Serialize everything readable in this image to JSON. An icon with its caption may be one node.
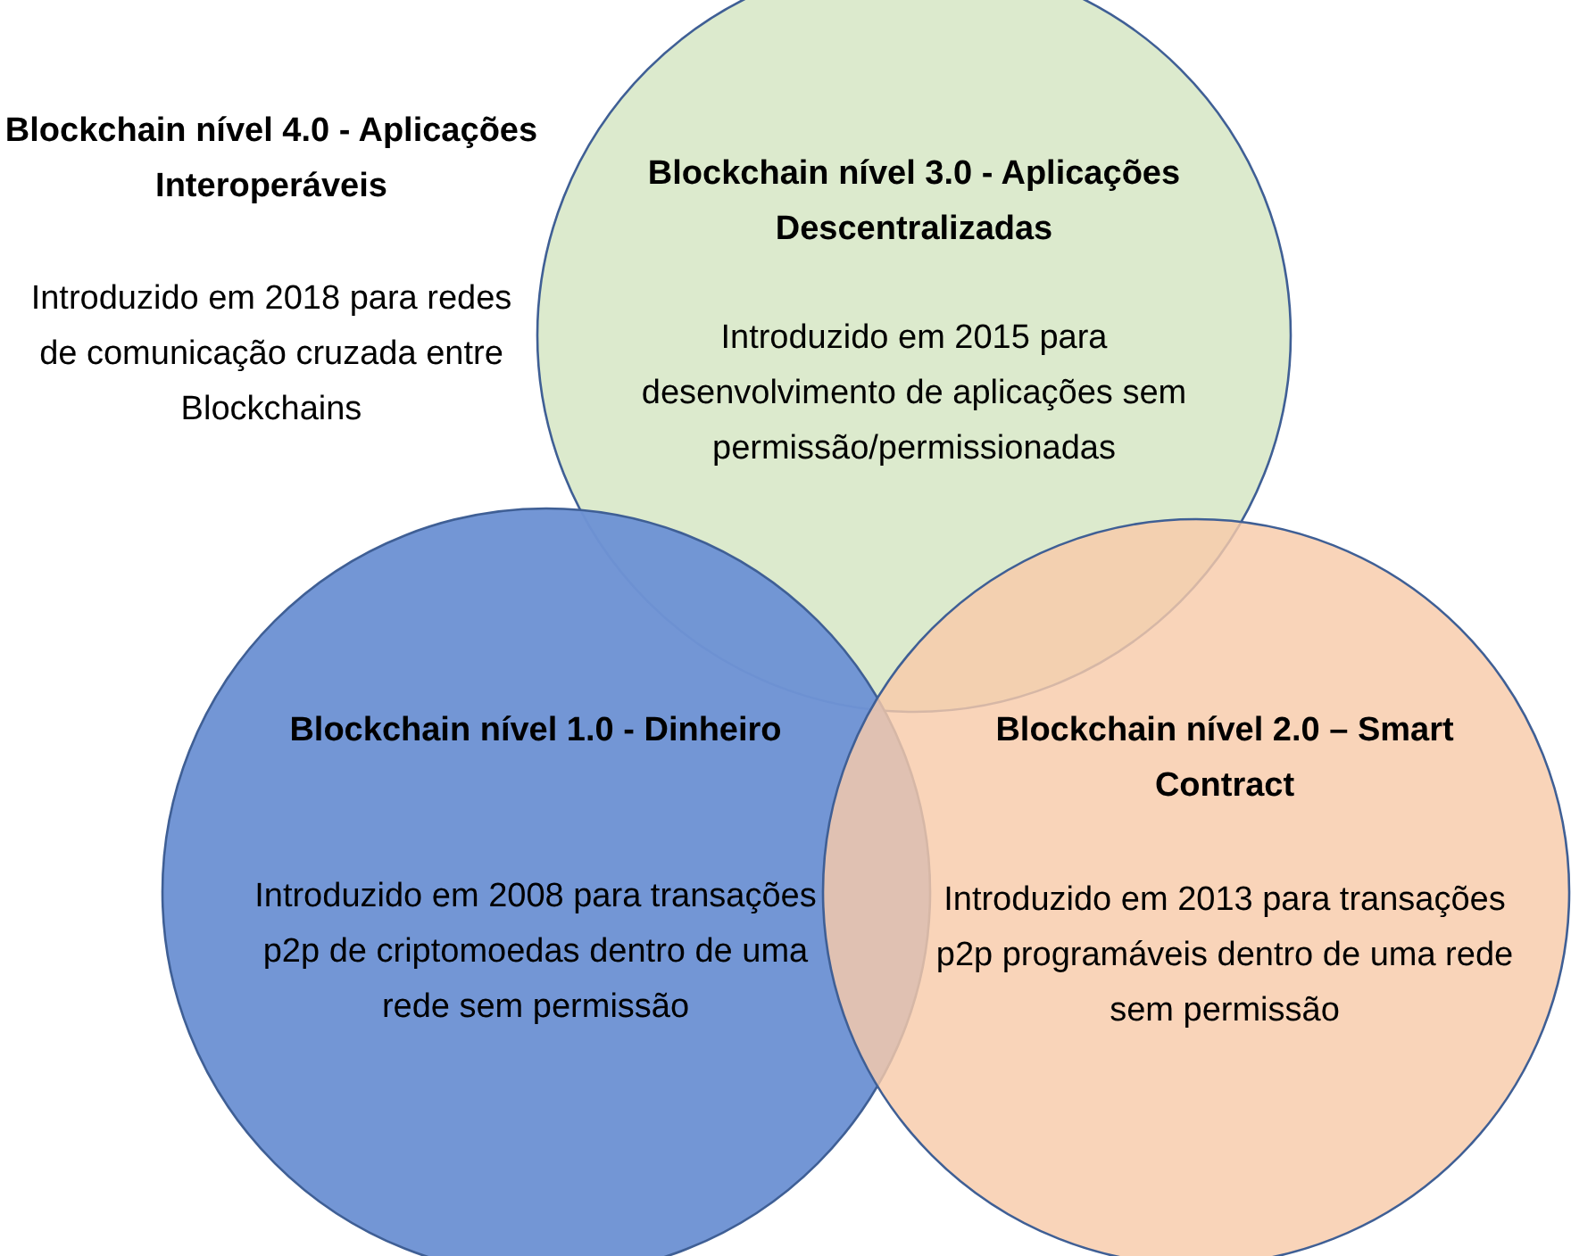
{
  "diagram": {
    "nodes": [
      {
        "text": [
          "Blockchain nível 3.0 - Aplicações Descentralizadas",
          "Introduzido em 2015 para desenvolvimento de aplicações sem permissão/permissionadas"
        ]
      },
      {
        "text": [
          "Blockchain nível 1.0 - Dinheiro",
          "Introduzido em 2008 para transações p2p de criptomoedas dentro de uma rede sem permissão"
        ]
      },
      {
        "text": [
          "Blockchain nível 2.0 – Smart Contract",
          "Introduzido em 2013 para transações p2p programáveis dentro de uma rede sem permissão"
        ]
      }
    ],
    "edges": [],
    "labels": [
      "Blockchain nível 4.0 - Aplicações Interoperáveis",
      "Introduzido em 2018 para redes de comunicação cruzada entre Blockchains"
    ]
  }
}
